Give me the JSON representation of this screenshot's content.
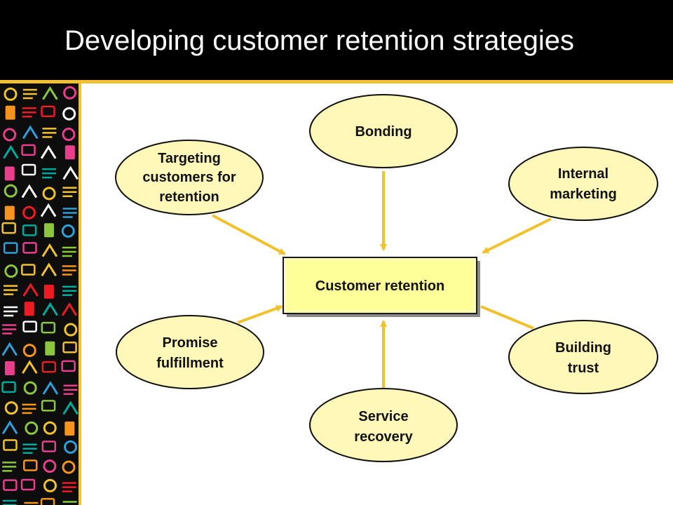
{
  "title": "Developing customer retention strategies",
  "colors": {
    "header_bg": "#000000",
    "accent": "#f2c12e",
    "node_fill": "#fff8b8",
    "center_fill": "#ffff99",
    "arrow": "#f2c12e"
  },
  "center": {
    "label": "Customer retention"
  },
  "nodes": [
    {
      "id": "bonding",
      "lines": [
        "Bonding"
      ]
    },
    {
      "id": "targeting",
      "lines": [
        "Targeting",
        "customers for",
        "retention"
      ]
    },
    {
      "id": "internal",
      "lines": [
        "Internal",
        "marketing"
      ]
    },
    {
      "id": "promise",
      "lines": [
        "Promise",
        "fulfillment"
      ]
    },
    {
      "id": "trust",
      "lines": [
        "Building",
        "trust"
      ]
    },
    {
      "id": "service",
      "lines": [
        "Service",
        "recovery"
      ]
    }
  ]
}
